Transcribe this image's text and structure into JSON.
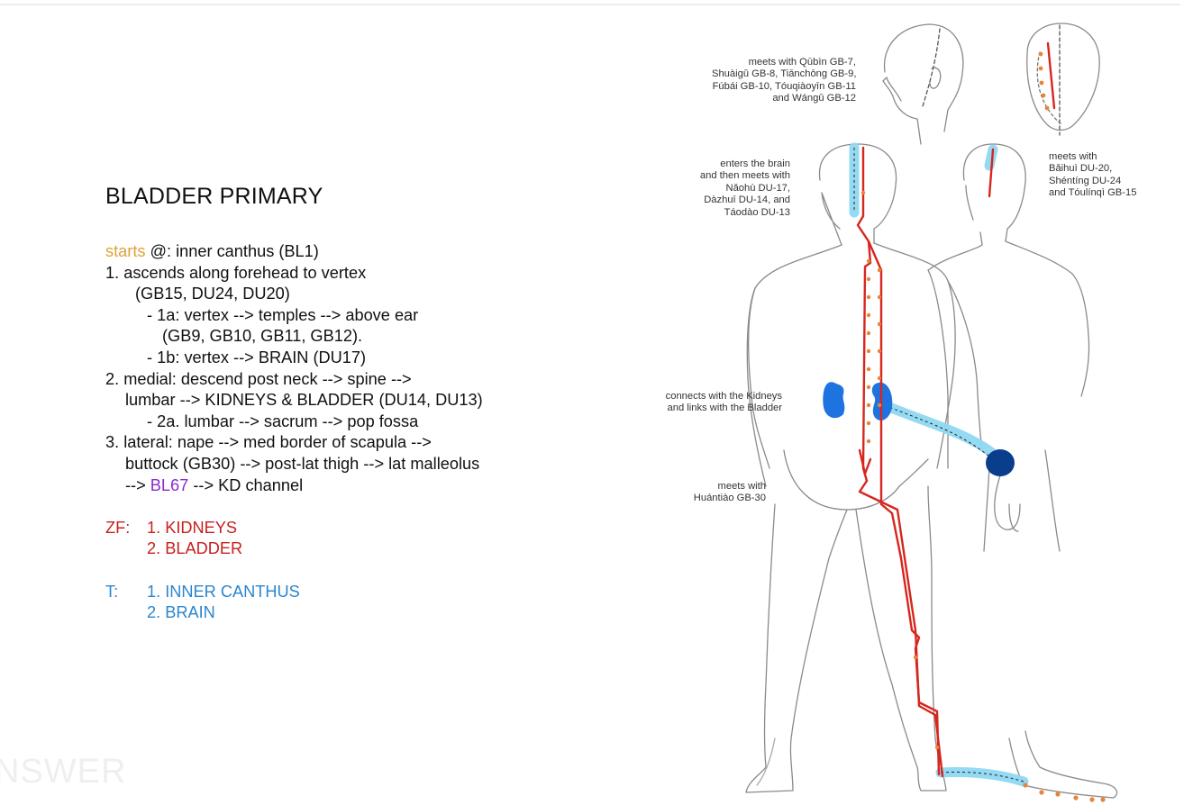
{
  "title": "BLADDER PRIMARY",
  "start": {
    "label": "starts",
    "text": " @: inner canthus (BL1)"
  },
  "steps": {
    "s1a": "1. ascends along forehead to vertex",
    "s1b": "(GB15, DU24, DU20)",
    "s1c": "- 1a: vertex --> temples --> above ear",
    "s1d": "(GB9, GB10, GB11, GB12).",
    "s1e": "- 1b: vertex --> BRAIN (DU17)",
    "s2a": "2. medial: descend post neck --> spine -->",
    "s2b": "lumbar --> KIDNEYS & BLADDER (DU14, DU13)",
    "s2c": "- 2a. lumbar --> sacrum --> pop fossa",
    "s3a": "3. lateral: nape --> med border of scapula -->",
    "s3b": "buttock (GB30) --> post-lat thigh --> lat malleolus",
    "s3c_pre": "--> ",
    "s3c_point": "BL67",
    "s3c_post": " --> KD channel"
  },
  "zf": {
    "label": "ZF:",
    "items": [
      "1. KIDNEYS",
      "2. BLADDER"
    ]
  },
  "t": {
    "label": "T:",
    "items": [
      "1. INNER CANTHUS",
      "2. BRAIN"
    ]
  },
  "watermark": "NSWER",
  "annotations": {
    "gb_head": "meets with Qūbìn GB-7,\nShuàigǔ GB-8, Tiānchōng GB-9,\nFúbái GB-10, Tóuqiàoyīn GB-11\nand Wángǔ GB-12",
    "brain": "enters the brain\nand then meets with\nNǎohù DU-17,\nDàzhuī DU-14, and\nTáodào DU-13",
    "du": "meets with\nBǎihuì DU-20,\nShéntíng DU-24\nand Tóulínqì GB-15",
    "kidney": "connects with the Kidneys\nand links with the Bladder",
    "gb30": "meets with\nHuántiào GB-30"
  },
  "colors": {
    "channel_red": "#d7261e",
    "channel_blue": "#8fd8f2",
    "kidney_blue": "#1f73e0",
    "bladder_navy": "#0a3d8c",
    "point_orange": "#e8843a",
    "text_orange": "#e0a23a",
    "text_purple": "#8a2bd0",
    "text_red": "#c8201e",
    "text_blue": "#2a86cf"
  }
}
